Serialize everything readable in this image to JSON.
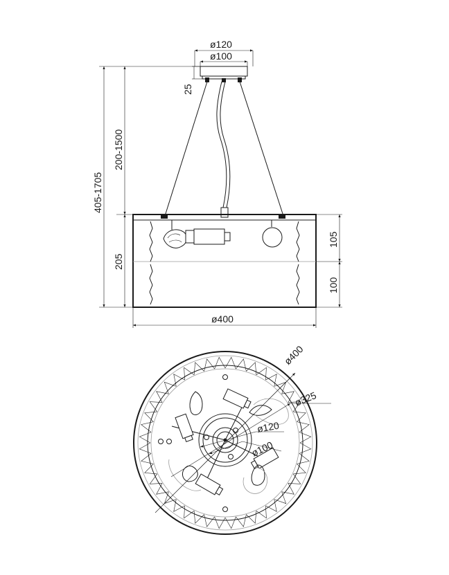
{
  "side_view": {
    "canopy_outer_diameter": "ø120",
    "canopy_inner_diameter": "ø100",
    "canopy_height": "25",
    "suspension_length": "200-1500",
    "total_height": "405-1705",
    "shade_height": "205",
    "upper_section_height": "105",
    "lower_section_height": "100",
    "shade_diameter": "ø400"
  },
  "top_view": {
    "outer_diameter": "ø400",
    "bulb_circle_diameter": "ø325",
    "canopy_outer_diameter": "ø120",
    "canopy_inner_diameter": "ø100"
  }
}
